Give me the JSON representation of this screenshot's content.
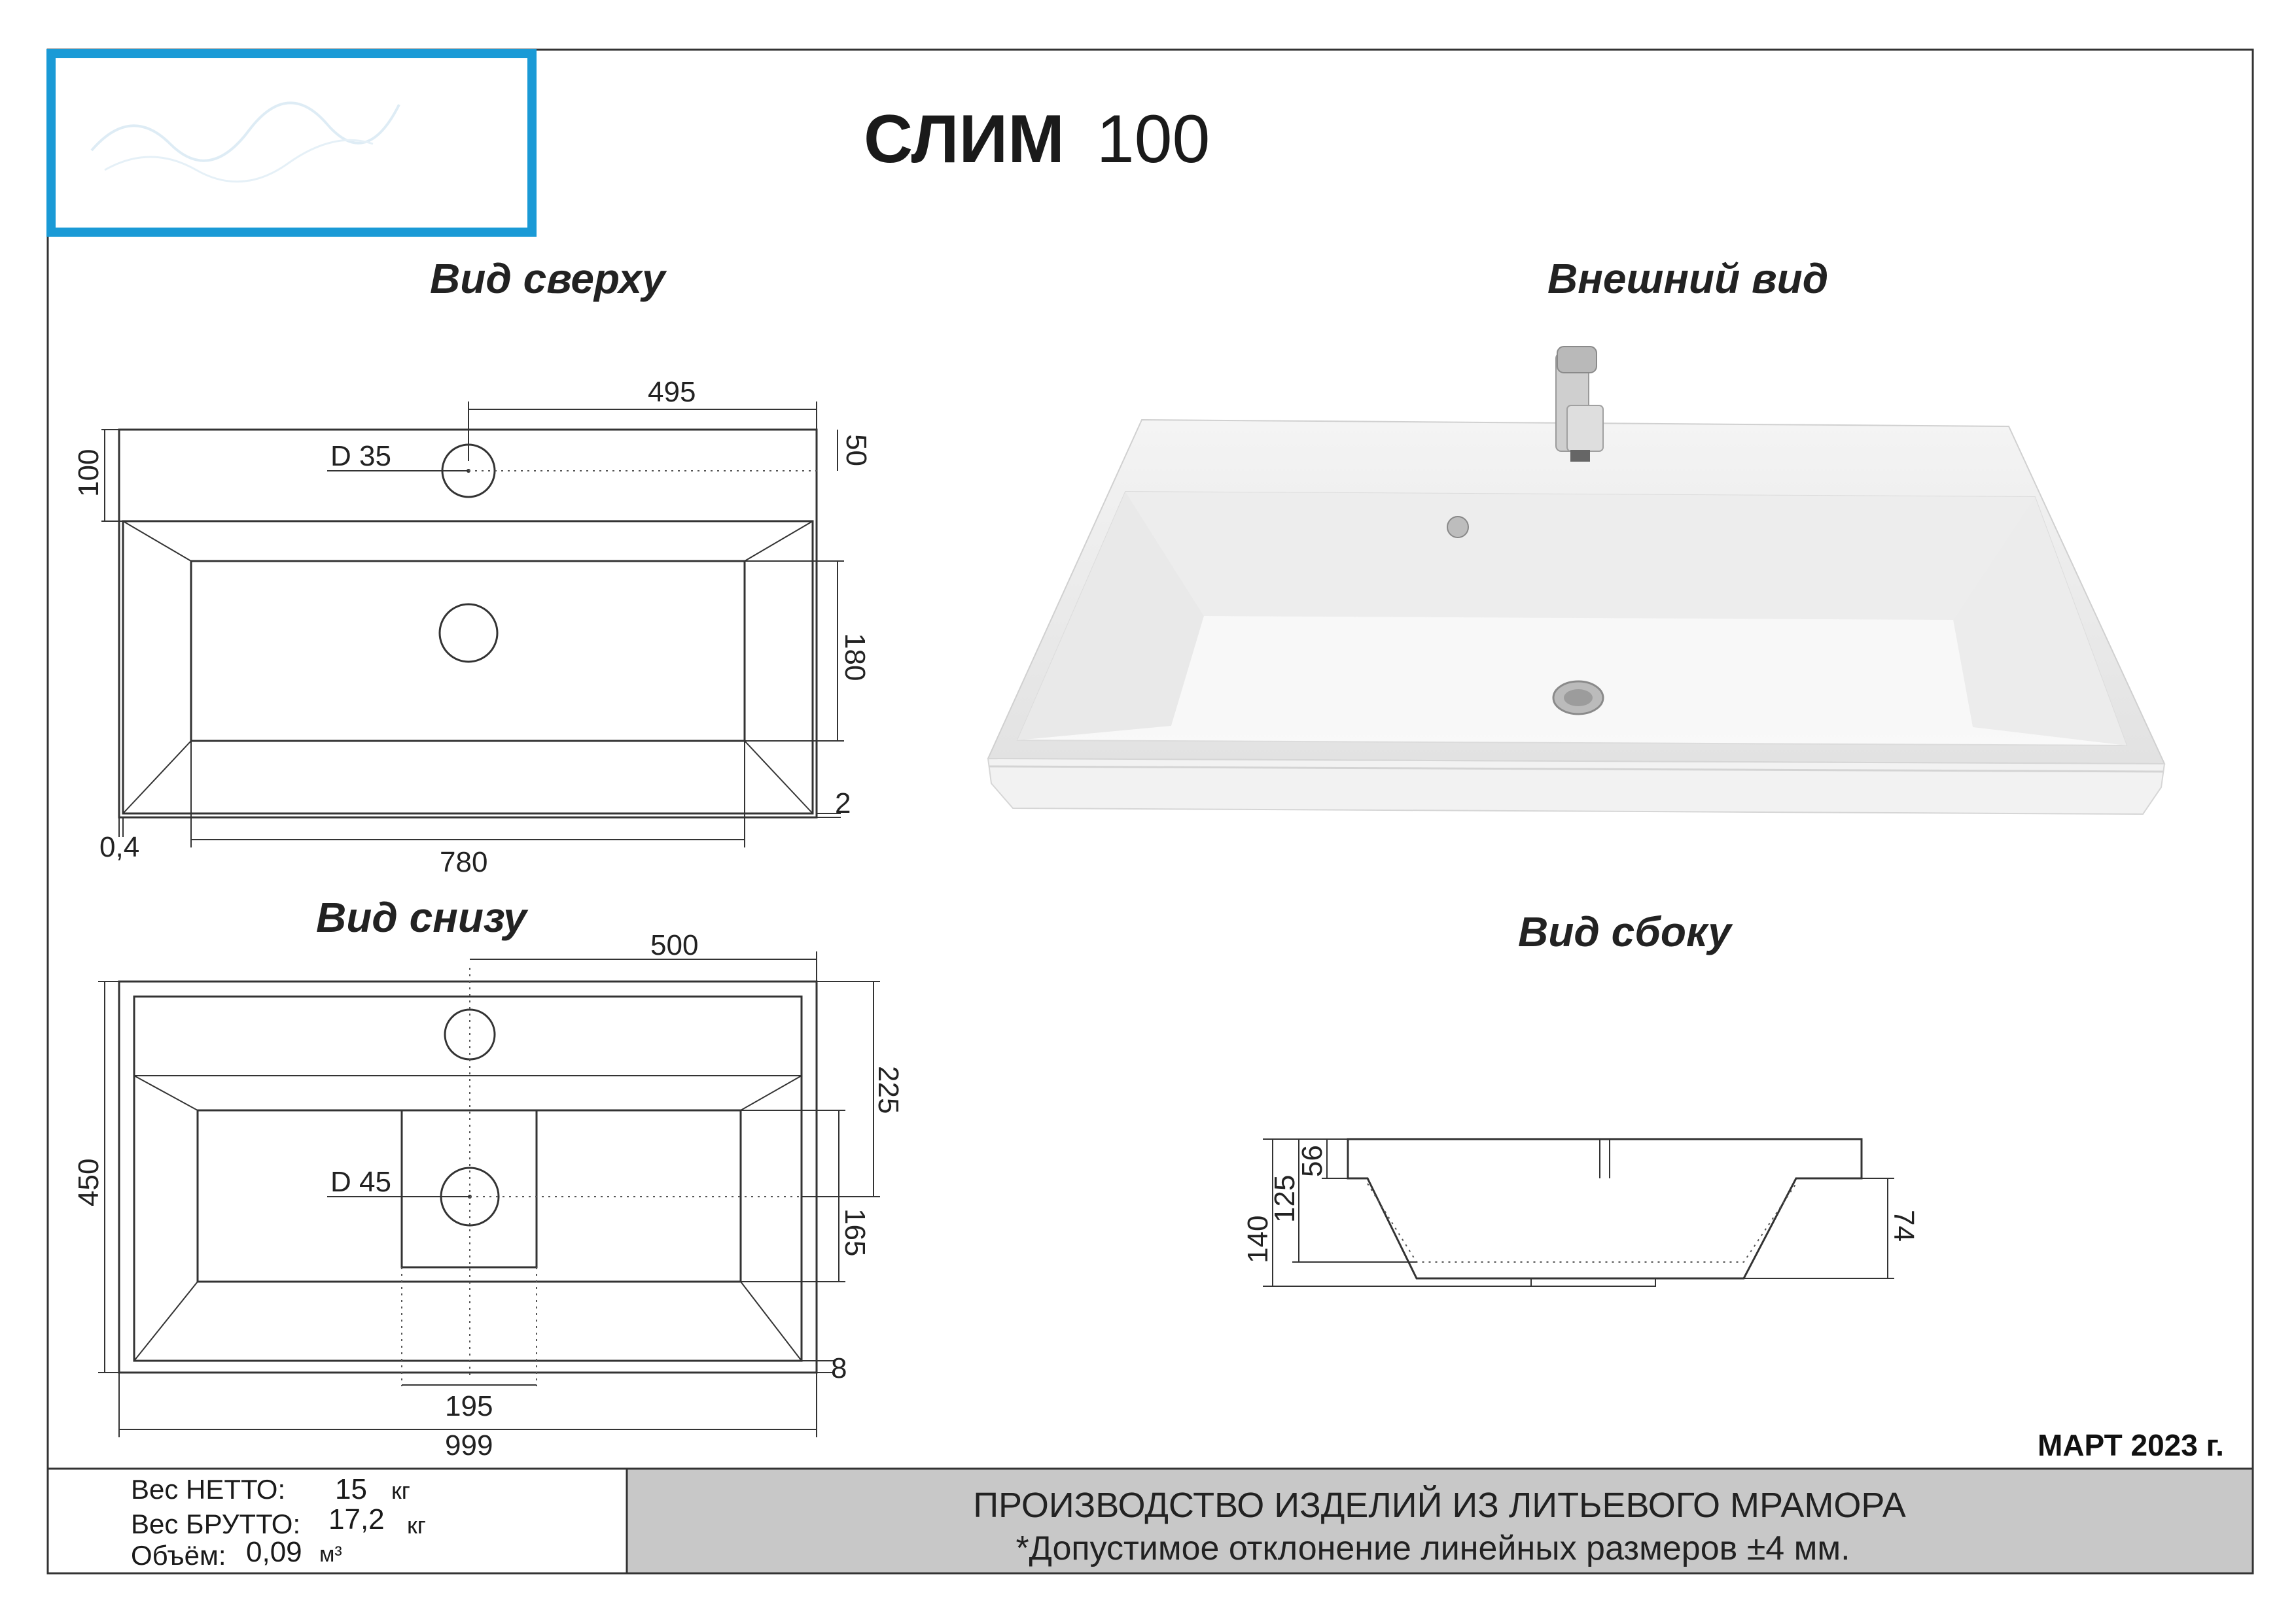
{
  "product_title": {
    "bold": "СЛИМ",
    "regular": "100"
  },
  "views": {
    "top": "Вид сверху",
    "bottom": "Вид снизу",
    "exterior": "Внешний вид",
    "side": "Вид сбоку"
  },
  "top_view_dims": {
    "faucet_hole_offset": "495",
    "faucet_hole_diameter": "D 35",
    "rim_depth": "100",
    "hole_from_back": "50",
    "bowl_depth": "180",
    "bowl_width": "780",
    "front_edge": "2",
    "side_edge": "0,4"
  },
  "bottom_view_dims": {
    "hole_offset": "500",
    "drain_diameter": "D 45",
    "depth": "450",
    "back_to_bowl": "225",
    "bowl_bottom_depth": "165",
    "front_edge": "8",
    "drain_block_width": "195",
    "total_width": "999"
  },
  "side_view_dims": {
    "slab_thickness": "56",
    "bowl_height": "125",
    "total_height": "140",
    "front_height": "74"
  },
  "date": "МАРТ 2023 г.",
  "specs": {
    "net_label": "Вес НЕТТО:",
    "net_value": "15",
    "net_unit": "кг",
    "gross_label": "Вес БРУТТО:",
    "gross_value": "17,2",
    "gross_unit": "кг",
    "volume_label": "Объём:",
    "volume_value": "0,09",
    "volume_unit": "м³"
  },
  "footer": {
    "line1": "ПРОИЗВОДСТВО ИЗДЕЛИЙ ИЗ ЛИТЬЕВОГО МРАМОРА",
    "line2": "*Допустимое отклонение линейных размеров ±4 мм."
  },
  "colors": {
    "logo_frame": "#1a9ad6",
    "footer_band": "#c8c8c8",
    "line": "#333333"
  }
}
